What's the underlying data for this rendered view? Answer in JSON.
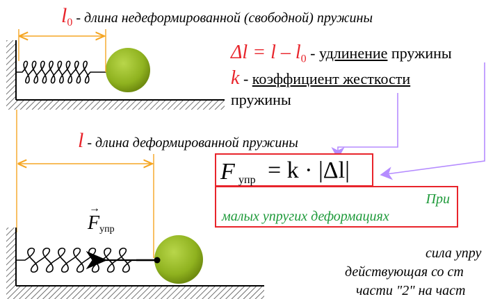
{
  "title_line": {
    "symbol": "l",
    "subscript": "0",
    "text": " - длина недеформированной (свободной) пружины"
  },
  "elongation": {
    "formula": "Δl = l – l",
    "subscript": "0",
    "dash": " - ",
    "term": "удлинение",
    "rest": " пружины"
  },
  "stiffness": {
    "symbol": "k",
    "dash": " - ",
    "term": "коэффициент жесткости",
    "rest": "пружины"
  },
  "deformed_line": {
    "symbol": "l",
    "text": " - длина деформированной пружины"
  },
  "force_label": {
    "symbol": "F",
    "subscript": "упр"
  },
  "formula": {
    "lhs_symbol": "F",
    "lhs_subscript": "упр",
    "rhs": "= k · |Δl|"
  },
  "condition": {
    "line1": "При",
    "line2": "малых упругих деформациях"
  },
  "bottom_text": {
    "line1": "сила упру",
    "line2": "действующая со ст",
    "line3": "части \"2\" на част"
  },
  "colors": {
    "red": "#e8242b",
    "green": "#1e9a3a",
    "orange": "#f5a623",
    "violet": "#b58cff",
    "ball": "#8fb21f"
  }
}
